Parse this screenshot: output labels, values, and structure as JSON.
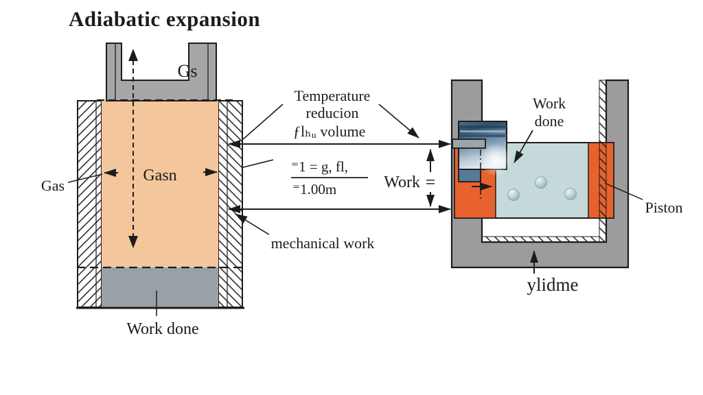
{
  "title": "Adiabatic expansion",
  "left_diagram": {
    "piston_label": "Gs",
    "gas_label": "Gas",
    "gas_inner_label": "Gasn",
    "work_done_label": "Work done"
  },
  "annotations": {
    "temperature_line1": "Temperature",
    "temperature_line2": "reducion",
    "volume_line": "ƒlₕᵤ volume",
    "formula_numerator": "⁼1 = g,  fl,",
    "formula_denominator": "⁼1.00m",
    "work_label": "Work",
    "work_equals": "=",
    "mechanical_work_label": "mechanical work"
  },
  "right_diagram": {
    "work_done_line1": "Work",
    "work_done_line2": "done",
    "piston_label": "Piston",
    "volume_label": "ylidme"
  },
  "colors": {
    "ink": "#1c1c1c",
    "gas_peach": "#f4c69c",
    "bottom_gray": "#98a1a8",
    "top_piston_gray": "#a6a6a6",
    "container_gray": "#9c9c9c",
    "orange": "#e7622d",
    "light_blue": "#c5d9da"
  }
}
